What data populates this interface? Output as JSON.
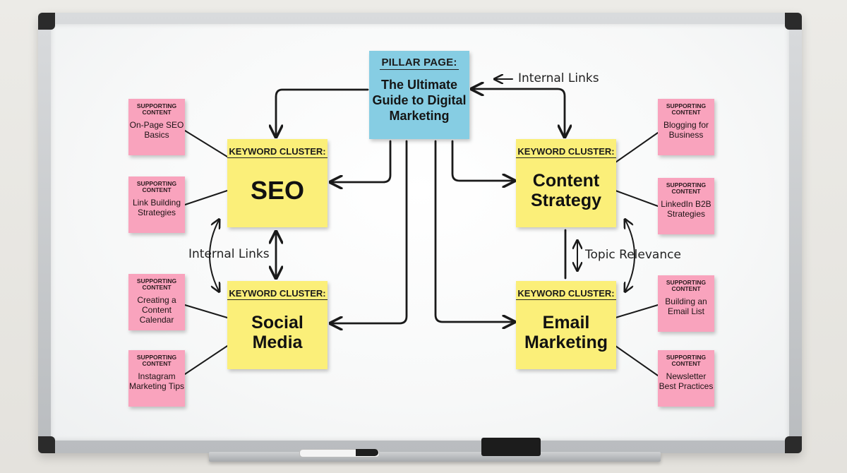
{
  "pillar": {
    "heading": "PILLAR PAGE:",
    "title": "The Ultimate Guide to Digital Marketing"
  },
  "clusters": [
    {
      "heading": "KEYWORD CLUSTER:",
      "title": "SEO"
    },
    {
      "heading": "KEYWORD CLUSTER:",
      "title": "Content Strategy"
    },
    {
      "heading": "KEYWORD CLUSTER:",
      "title": "Social Media"
    },
    {
      "heading": "KEYWORD CLUSTER:",
      "title": "Email Marketing"
    }
  ],
  "supporting": [
    {
      "heading": "SUPPORTING CONTENT",
      "title": "On-Page SEO Basics"
    },
    {
      "heading": "SUPPORTING CONTENT",
      "title": "Link Building Strategies"
    },
    {
      "heading": "SUPPORTING CONTENT",
      "title": "Creating a Content Calendar"
    },
    {
      "heading": "SUPPORTING CONTENT",
      "title": "Instagram Marketing Tips"
    },
    {
      "heading": "SUPPORTING CONTENT",
      "title": "Blogging for Business"
    },
    {
      "heading": "SUPPORTING CONTENT",
      "title": "LinkedIn B2B Strategies"
    },
    {
      "heading": "SUPPORTING CONTENT",
      "title": "Building an Email List"
    },
    {
      "heading": "SUPPORTING CONTENT",
      "title": "Newsletter Best Practices"
    }
  ],
  "labels": {
    "internal_links_top": "Internal Links",
    "internal_links_left": "Internal Links",
    "topic_relevance": "Topic Relevance"
  },
  "colors": {
    "pillar": "#86cde3",
    "cluster": "#fbef79",
    "supporting": "#f9a3bd",
    "ink": "#1a1a1a"
  }
}
